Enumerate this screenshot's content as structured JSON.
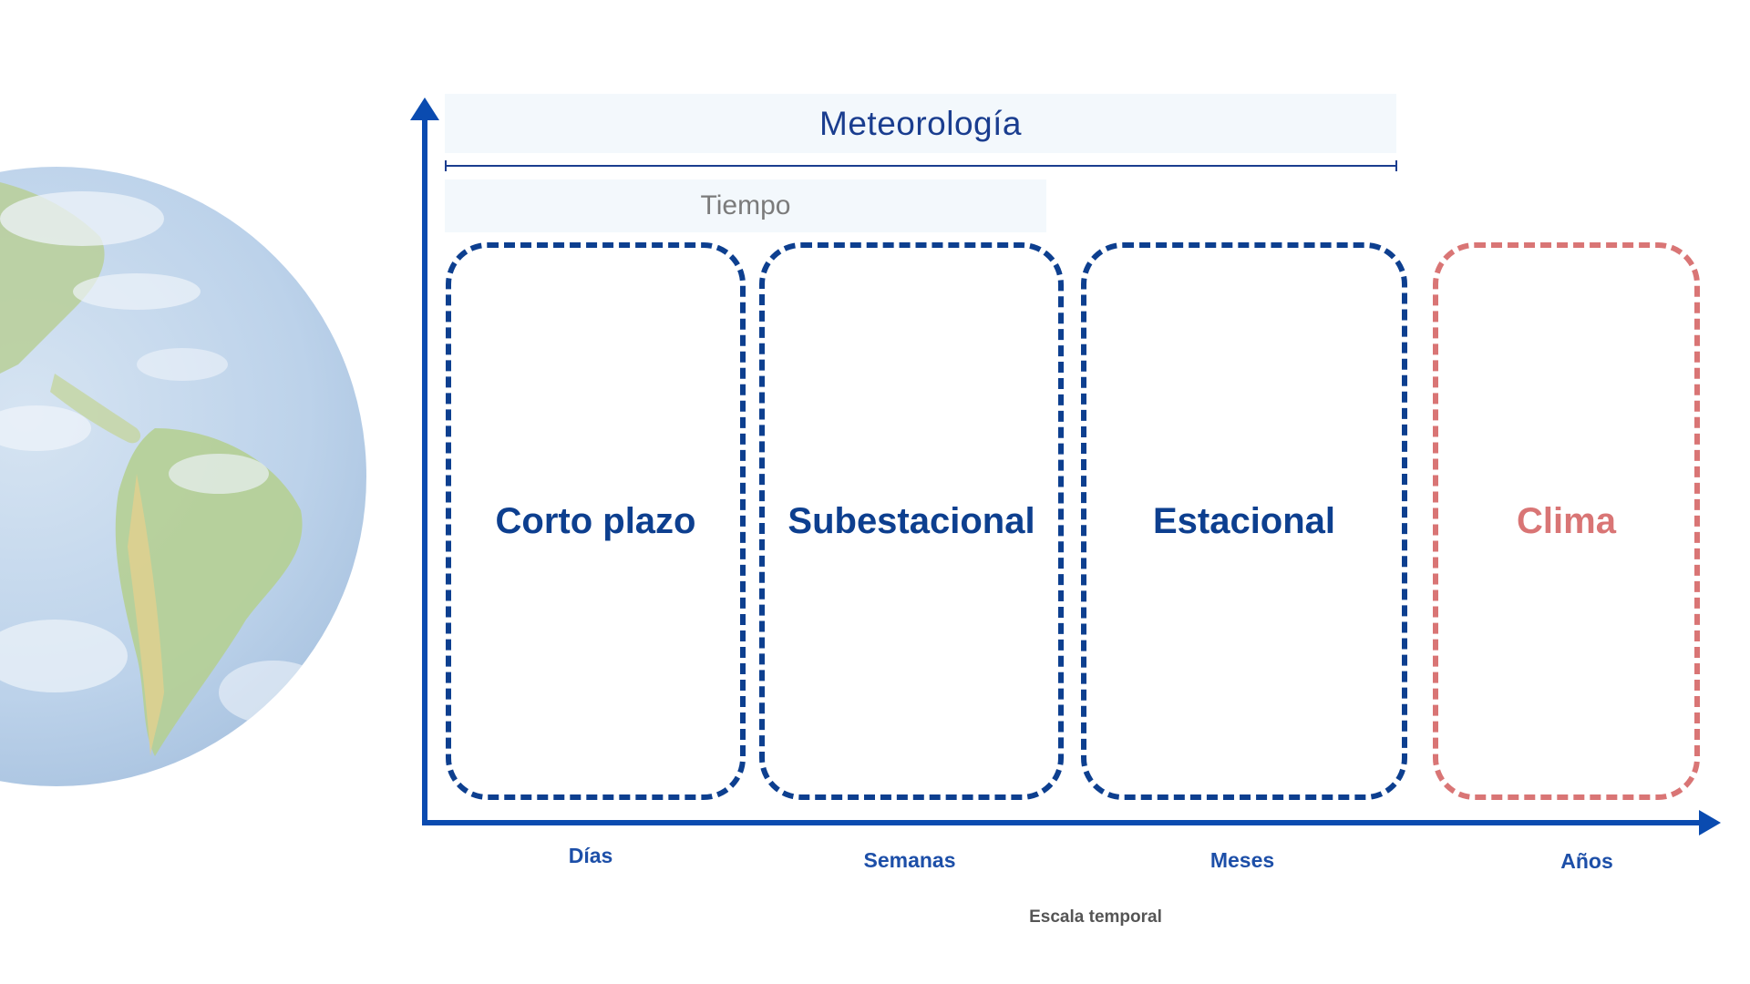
{
  "bands": {
    "meteorologia": "Meteorología",
    "tiempo": "Tiempo"
  },
  "scales": [
    {
      "label": "Corto plazo",
      "color": "#0d3f8f"
    },
    {
      "label": "Subestacional",
      "color": "#0d3f8f"
    },
    {
      "label": "Estacional",
      "color": "#0d3f8f"
    },
    {
      "label": "Clima",
      "color": "#d97575"
    }
  ],
  "x_axis": {
    "ticks": [
      "Días",
      "Semanas",
      "Meses",
      "Años"
    ],
    "title": "Escala temporal"
  },
  "colors": {
    "axis": "#0a4bb0",
    "band": "#f3f8fc",
    "meteo_text": "#1a3d8f",
    "tiempo_text": "#7b7b7b",
    "earth_ocean": "#b9d0e8",
    "earth_land": "#b5cf93"
  },
  "icons": [
    "earth-globe-image",
    "y-axis-arrow",
    "x-axis-arrow"
  ]
}
